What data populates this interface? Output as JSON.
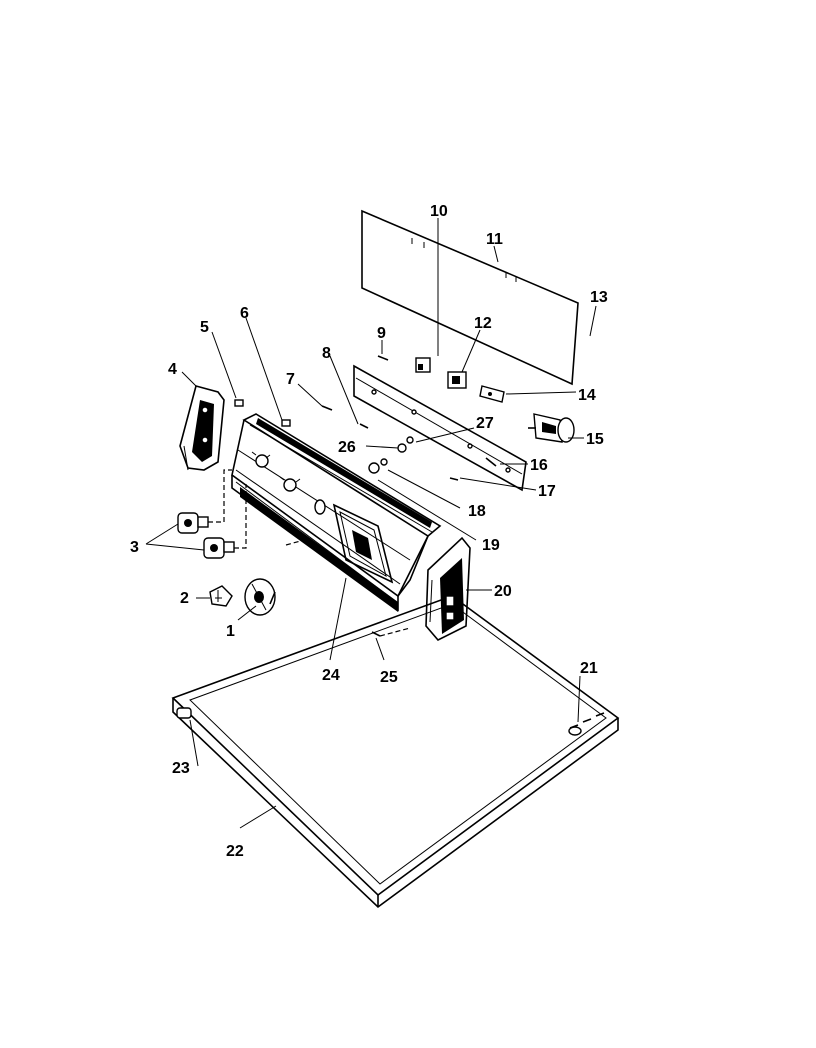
{
  "diagram": {
    "labels": {
      "p1": "1",
      "p2": "2",
      "p3": "3",
      "p4": "4",
      "p5": "5",
      "p6": "6",
      "p7": "7",
      "p8": "8",
      "p9": "9",
      "p10": "10",
      "p11": "11",
      "p12": "12",
      "p13": "13",
      "p14": "14",
      "p15": "15",
      "p16": "16",
      "p17": "17",
      "p18": "18",
      "p19": "19",
      "p20": "20",
      "p21": "21",
      "p22": "22",
      "p23": "23",
      "p24": "24",
      "p25": "25",
      "p26": "26",
      "p27": "27"
    }
  }
}
